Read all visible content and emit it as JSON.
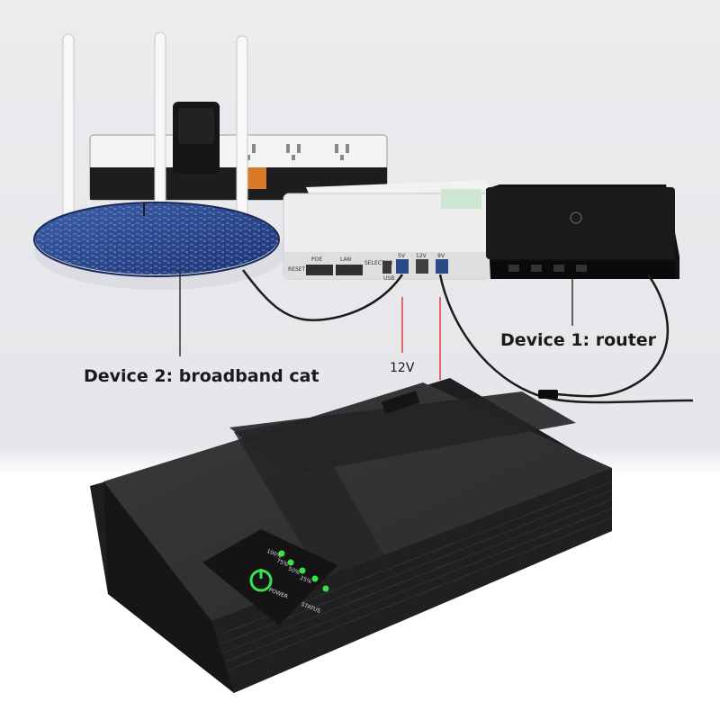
{
  "labels": {
    "router": "Device 1: router",
    "cat": "Device 2: broadband cat",
    "voltage": "12V"
  },
  "ports": {
    "reset": "RESET",
    "poe": "POE",
    "lan": "LAN",
    "selector": "SELECTOR",
    "usb": "USB",
    "p5v": "5V",
    "p12v": "12V",
    "p9v": "9V"
  },
  "panel": {
    "power": "POWER",
    "status": "STATUS",
    "levels": [
      "100%",
      "75%",
      "50%",
      "25%"
    ]
  },
  "colors": {
    "background_top": "#ededf0",
    "background_bottom": "#ffffff",
    "ups_body": "#2b2b2d",
    "led_green": "#39e24a",
    "guide_red": "#d94040"
  }
}
